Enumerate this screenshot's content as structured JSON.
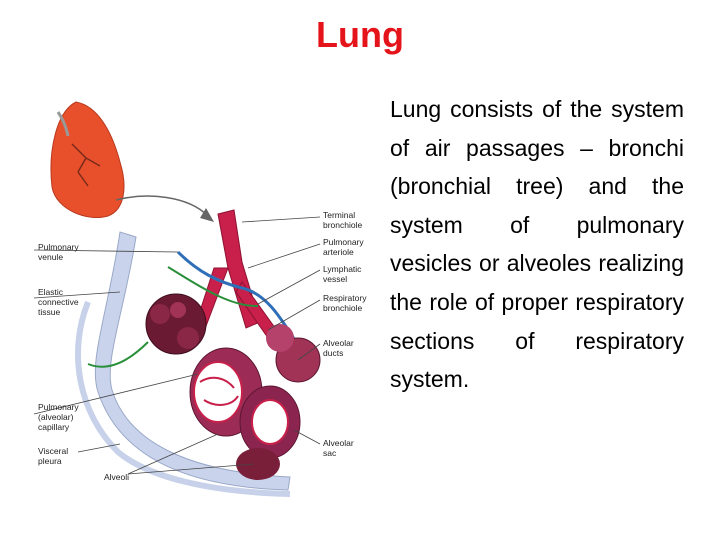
{
  "title": "Lung",
  "body": "Lung consists of the system of air passages – bronchi (bronchial tree) and the system of pulmonary vesicles or alveoles realizing the role of proper respiratory sections of respiratory system.",
  "figure": {
    "labels_left": {
      "pulmonary_venule": [
        "Pulmonary",
        "venule"
      ],
      "elastic_tissue": [
        "Elastic",
        "connective",
        "tissue"
      ],
      "capillary": [
        "Pulmonary",
        "(alveolar)",
        "capillary"
      ],
      "visceral_pleura": [
        "Visceral",
        "pleura"
      ],
      "alveoli": [
        "Alveoli"
      ]
    },
    "labels_right": {
      "terminal_bronchiole": [
        "Terminal",
        "bronchiole"
      ],
      "pulmonary_arteriole": [
        "Pulmonary",
        "arteriole"
      ],
      "lymphatic_vessel": [
        "Lymphatic",
        "vessel"
      ],
      "respiratory_bronchiole": [
        "Respiratory",
        "bronchiole"
      ],
      "alveolar_ducts": [
        "Alveolar",
        "ducts"
      ],
      "alveolar_sac": [
        "Alveolar",
        "sac"
      ]
    }
  },
  "colors": {
    "title": "#e5141b",
    "lung": "#e8502c",
    "alveoli": "#7a1f3a",
    "airway": "#c8204a",
    "pleura": "#b9c6e3"
  }
}
